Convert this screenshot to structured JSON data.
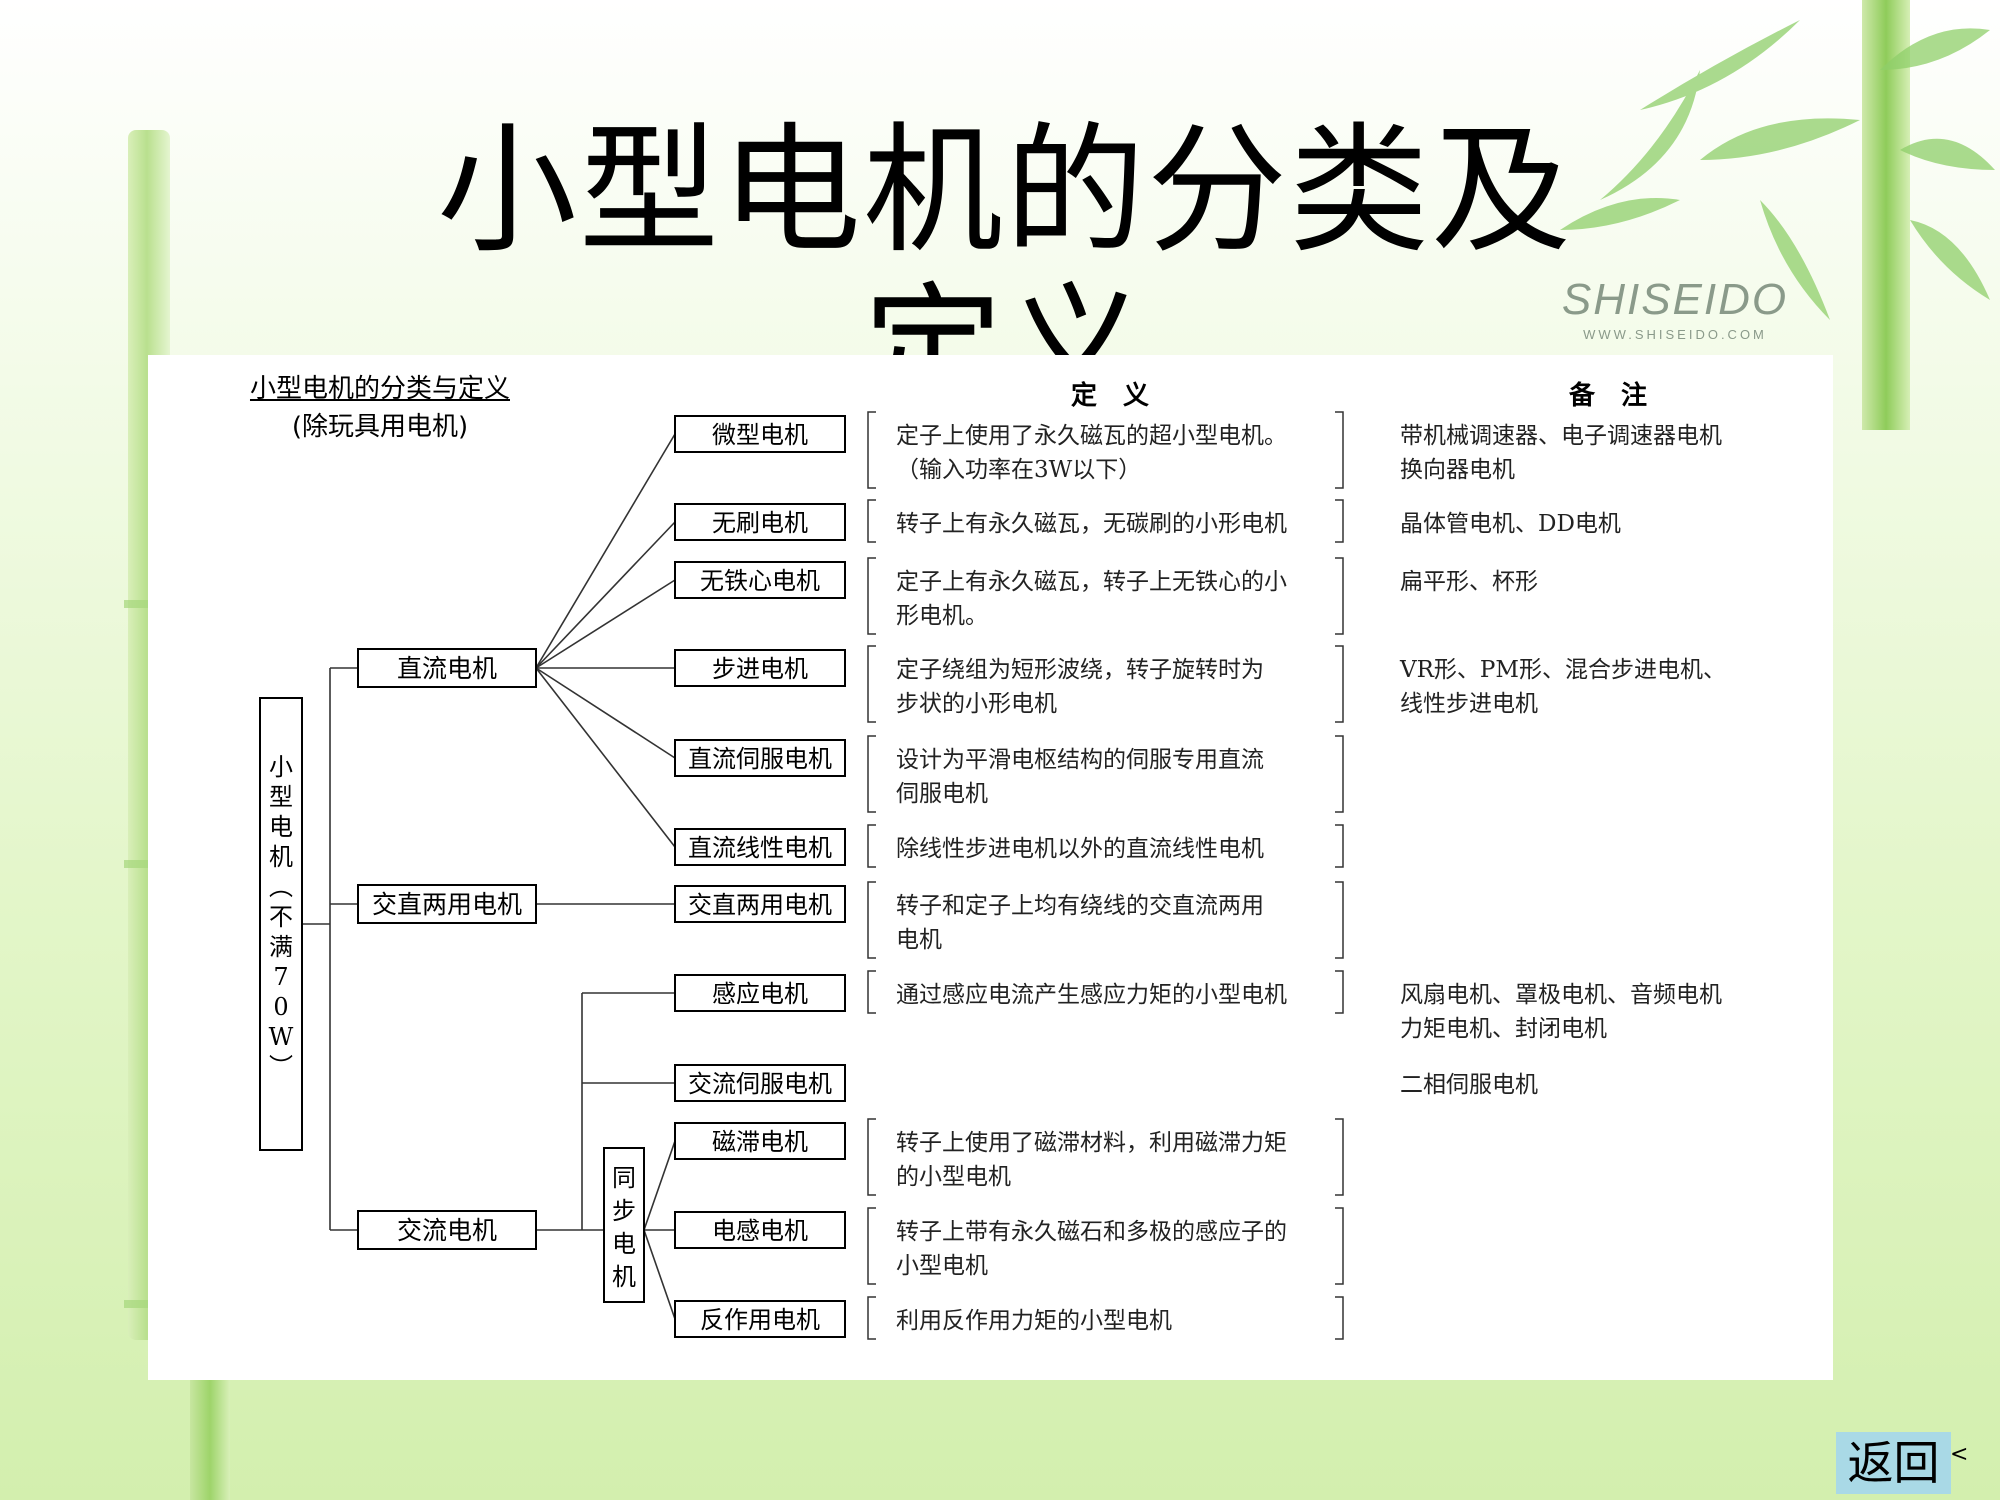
{
  "slide": {
    "title": "小型电机的分类及定义",
    "brand_name": "SHISEIDO",
    "brand_url": "WWW.SHISEIDO.COM",
    "back_button": "返回",
    "back_button_extra": "<"
  },
  "caption": {
    "line1": "小型电机的分类与定义",
    "line2": "(除玩具用电机)"
  },
  "headers": {
    "definition": "定　义",
    "remark": "备　注"
  },
  "root": {
    "chars": [
      "小",
      "型",
      "电",
      "机",
      "︵",
      "不",
      "满",
      "7",
      "0",
      "W",
      "︶"
    ]
  },
  "categories": [
    {
      "id": "dc",
      "label": "直流电机"
    },
    {
      "id": "acdc",
      "label": "交直两用电机"
    },
    {
      "id": "ac",
      "label": "交流电机"
    }
  ],
  "sync_group": {
    "chars": [
      "同",
      "步",
      "电",
      "机"
    ]
  },
  "motors": [
    {
      "label": "微型电机",
      "def": [
        "定子上使用了永久磁瓦的超小型电机。",
        "（输入功率在3W以下）"
      ],
      "remark": [
        "带机械调速器、电子调速器电机",
        "换向器电机"
      ]
    },
    {
      "label": "无刷电机",
      "def": [
        "转子上有永久磁瓦，无碳刷的小形电机"
      ],
      "remark": [
        "晶体管电机、DD电机"
      ]
    },
    {
      "label": "无铁心电机",
      "def": [
        "定子上有永久磁瓦，转子上无铁心的小",
        "形电机。"
      ],
      "remark": [
        "扁平形、杯形"
      ]
    },
    {
      "label": "步进电机",
      "def": [
        "定子绕组为短形波绕，转子旋转时为",
        "步状的小形电机"
      ],
      "remark": [
        "VR形、PM形、混合步进电机、",
        "线性步进电机"
      ]
    },
    {
      "label": "直流伺服电机",
      "def": [
        "设计为平滑电枢结构的伺服专用直流",
        "伺服电机"
      ],
      "remark": []
    },
    {
      "label": "直流线性电机",
      "def": [
        "除线性步进电机以外的直流线性电机"
      ],
      "remark": []
    },
    {
      "label": "交直两用电机",
      "def": [
        "转子和定子上均有绕线的交直流两用",
        "电机"
      ],
      "remark": []
    },
    {
      "label": "感应电机",
      "def": [
        "通过感应电流产生感应力矩的小型电机"
      ],
      "remark": [
        "风扇电机、罩极电机、音频电机",
        "力矩电机、封闭电机"
      ]
    },
    {
      "label": "交流伺服电机",
      "def": [],
      "remark": [
        "二相伺服电机"
      ]
    },
    {
      "label": "磁滞电机",
      "def": [
        "转子上使用了磁滞材料，利用磁滞力矩",
        "的小型电机"
      ],
      "remark": []
    },
    {
      "label": "电感电机",
      "def": [
        "转子上带有永久磁石和多极的感应子的",
        "小型电机"
      ],
      "remark": []
    },
    {
      "label": "反作用电机",
      "def": [
        "利用反作用力矩的小型电机"
      ],
      "remark": []
    }
  ]
}
